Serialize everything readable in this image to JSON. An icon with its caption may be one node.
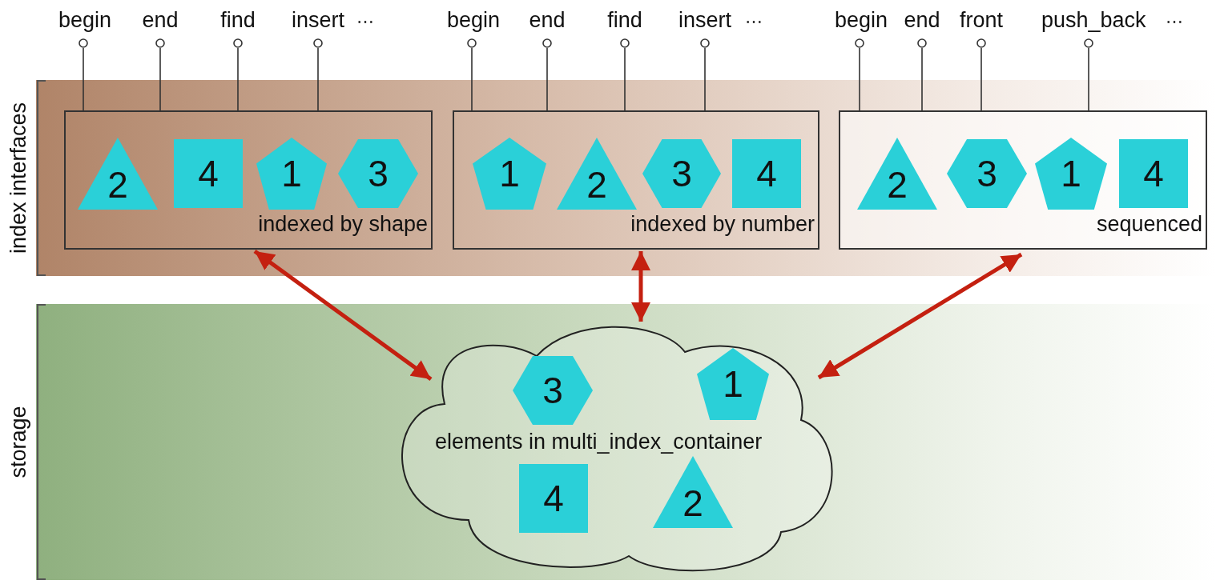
{
  "diagram": {
    "nodes": [
      {
        "text": [
          "begin"
        ]
      },
      {
        "text": [
          "end"
        ]
      },
      {
        "text": [
          "find"
        ]
      },
      {
        "text": [
          "insert"
        ]
      },
      {
        "text": [
          "begin"
        ]
      },
      {
        "text": [
          "end"
        ]
      },
      {
        "text": [
          "find"
        ]
      },
      {
        "text": [
          "insert"
        ]
      },
      {
        "text": [
          "begin"
        ]
      },
      {
        "text": [
          "end"
        ]
      },
      {
        "text": [
          "front"
        ]
      },
      {
        "text": [
          "push_back"
        ]
      },
      {
        "text": [
          "index interfaces"
        ]
      },
      {
        "text": [
          "indexed by shape"
        ],
        "in": 12
      },
      {
        "text": [
          "2"
        ],
        "in": 13
      },
      {
        "text": [
          "4"
        ],
        "in": 13
      },
      {
        "text": [
          "1"
        ],
        "in": 13
      },
      {
        "text": [
          "3"
        ],
        "in": 13
      },
      {
        "text": [
          "indexed by number"
        ],
        "in": 12
      },
      {
        "text": [
          "1"
        ],
        "in": 18
      },
      {
        "text": [
          "2"
        ],
        "in": 18
      },
      {
        "text": [
          "3"
        ],
        "in": 18
      },
      {
        "text": [
          "4"
        ],
        "in": 18
      },
      {
        "text": [
          "sequenced"
        ],
        "in": 12
      },
      {
        "text": [
          "2"
        ],
        "in": 23
      },
      {
        "text": [
          "3"
        ],
        "in": 23
      },
      {
        "text": [
          "1"
        ],
        "in": 23
      },
      {
        "text": [
          "4"
        ],
        "in": 23
      },
      {
        "text": [
          "storage"
        ]
      },
      {
        "text": [
          "elements in multi_index_container"
        ],
        "in": 28
      },
      {
        "text": [
          "3"
        ],
        "in": 29
      },
      {
        "text": [
          "1"
        ],
        "in": 29
      },
      {
        "text": [
          "4"
        ],
        "in": 29
      },
      {
        "text": [
          "2"
        ],
        "in": 29
      }
    ],
    "edges": [
      {
        "from": 13,
        "to": 0,
        "arrow": "other"
      },
      {
        "from": 13,
        "to": 1,
        "arrow": "other"
      },
      {
        "from": 13,
        "to": 2,
        "arrow": "other"
      },
      {
        "from": 13,
        "to": 3,
        "arrow": "other"
      },
      {
        "from": 18,
        "to": 4,
        "arrow": "other"
      },
      {
        "from": 18,
        "to": 5,
        "arrow": "other"
      },
      {
        "from": 18,
        "to": 6,
        "arrow": "other"
      },
      {
        "from": 18,
        "to": 7,
        "arrow": "other"
      },
      {
        "from": 23,
        "to": 8,
        "arrow": "other"
      },
      {
        "from": 23,
        "to": 9,
        "arrow": "other"
      },
      {
        "from": 23,
        "to": 10,
        "arrow": "other"
      },
      {
        "from": 23,
        "to": 11,
        "arrow": "other"
      },
      {
        "from": 13,
        "to": 29,
        "arrow": "both",
        "style": "thick",
        "color": "#c42010"
      },
      {
        "from": 18,
        "to": 29,
        "arrow": "both",
        "style": "thick",
        "color": "#c42010"
      },
      {
        "from": 23,
        "to": 29,
        "arrow": "both",
        "style": "thick",
        "color": "#c42010"
      }
    ],
    "labels": [
      "⋯",
      "⋯",
      "⋯"
    ]
  }
}
